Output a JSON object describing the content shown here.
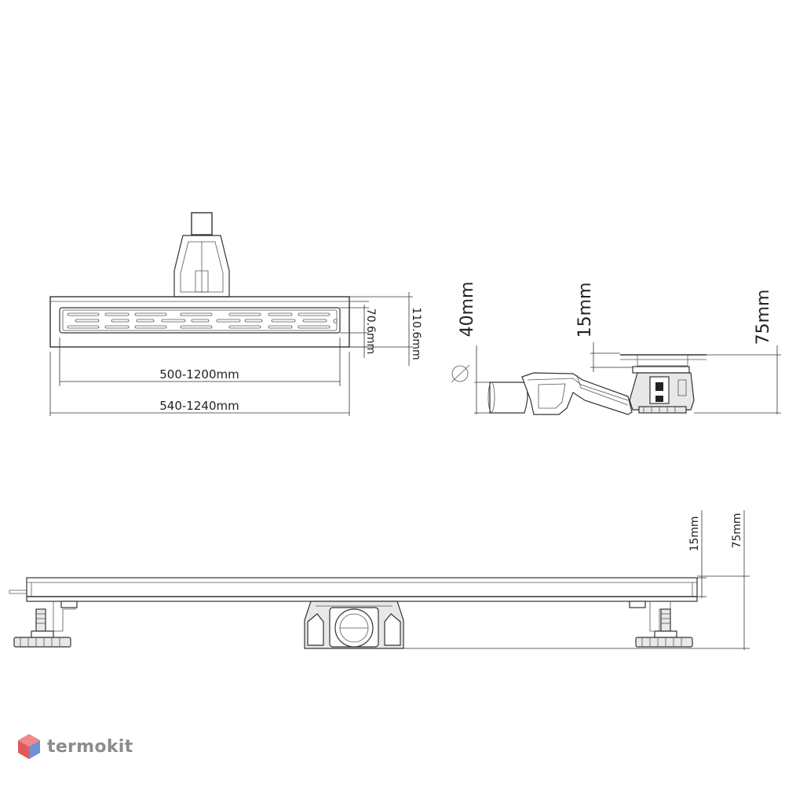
{
  "top_view": {
    "inner_length": "500-1200mm",
    "outer_length": "540-1240mm",
    "inner_width": "70.6mm",
    "outer_width": "110.6mm"
  },
  "side_view": {
    "height_outlet": "40mm",
    "grate_height": "15mm",
    "total_height": "75mm",
    "diameter_symbol": "⌀"
  },
  "front_view": {
    "grate_height": "15mm",
    "total_height": "75mm"
  },
  "brand": {
    "name": "termokit",
    "colors": {
      "hex_top": "#f08a8a",
      "hex_left": "#e05a5a",
      "hex_right": "#6f8fd6"
    }
  }
}
